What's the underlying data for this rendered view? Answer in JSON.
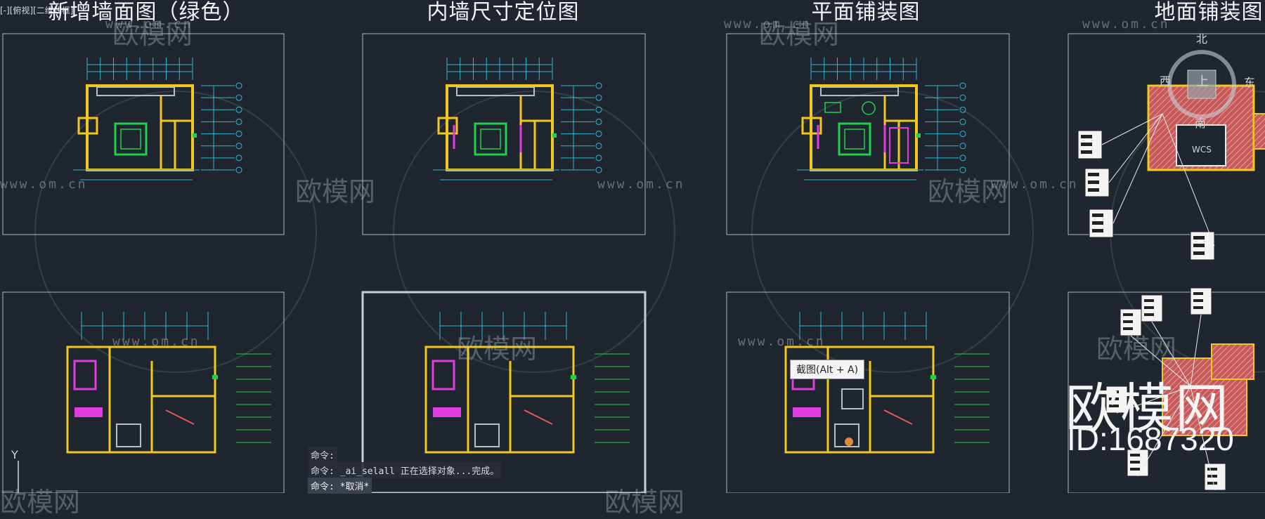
{
  "viewport_label": "[-][俯视][二维线框]",
  "sheet_titles": [
    "新增墙面图（绿色）",
    "内墙尺寸定位图",
    "平面铺装图",
    "地面铺装图"
  ],
  "tooltip": "截图(Alt + A)",
  "command_lines": [
    "命令:",
    "命令: _ai_selall 正在选择对象...完成。",
    "命令: *取消*"
  ],
  "watermark": {
    "url": "www.om.cn",
    "brand": "欧模网"
  },
  "brand_big": "欧模网",
  "brand_id": "ID:1687320",
  "ucs_axis": "Y",
  "view_cube": {
    "north": "北",
    "south": "南",
    "east": "东",
    "west": "西",
    "top": "上",
    "wcs": "WCS"
  },
  "colors": {
    "background": "#1f2630",
    "frame": "#aeb6bf",
    "wall": "#f2c81e",
    "dimension": "#2fb7d2",
    "new_wall": "#1fd14a",
    "magenta": "#e03ce0",
    "tile_hatch": "#d86a6a"
  }
}
